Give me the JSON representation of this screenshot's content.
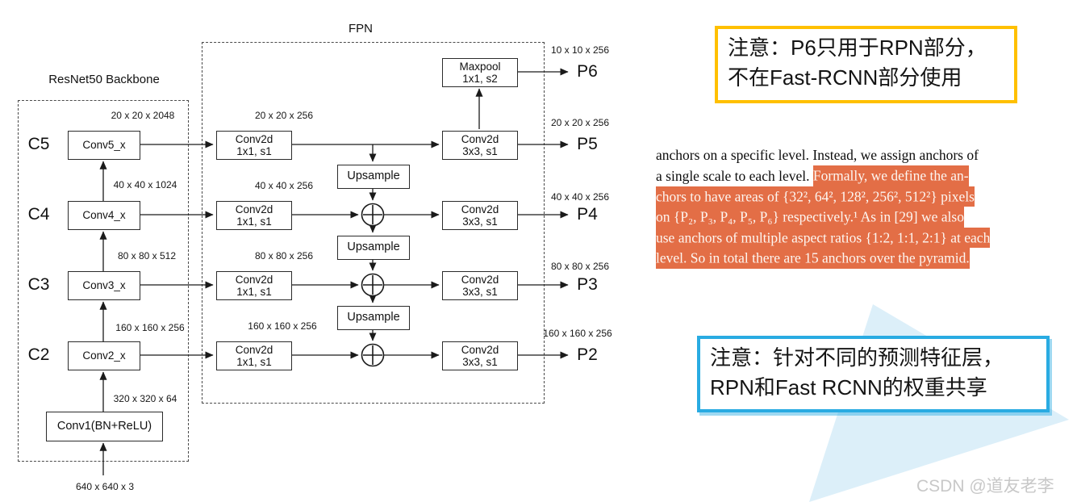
{
  "diagram": {
    "backbone": {
      "title": "ResNet50 Backbone",
      "input_dim": "640 x 640 x 3",
      "conv1_label": "Conv1(BN+ReLU)",
      "conv1_dim": "320 x 320 x 64",
      "stages": [
        {
          "name": "C5",
          "box": "Conv5_x",
          "dim": "20 x 20 x 2048"
        },
        {
          "name": "C4",
          "box": "Conv4_x",
          "dim": "40 x 40 x 1024"
        },
        {
          "name": "C3",
          "box": "Conv3_x",
          "dim": "80 x 80 x 512"
        },
        {
          "name": "C2",
          "box": "Conv2_x",
          "dim": "160 x 160 x 256"
        }
      ]
    },
    "fpn": {
      "title": "FPN",
      "lateral_l1": "Conv2d",
      "lateral_l2": "1x1, s1",
      "out_l1": "Conv2d",
      "out_l2": "3x3, s1",
      "maxpool_l1": "Maxpool",
      "maxpool_l2": "1x1, s2",
      "upsample": "Upsample",
      "lateral_dims": [
        "20 x 20 x 256",
        "40 x 40 x 256",
        "80 x 80 x 256",
        "160 x 160 x 256"
      ],
      "outputs": [
        {
          "name": "P6",
          "dim": "10 x 10 x 256"
        },
        {
          "name": "P5",
          "dim": "20 x 20 x 256"
        },
        {
          "name": "P4",
          "dim": "40 x 40 x 256"
        },
        {
          "name": "P3",
          "dim": "80 x 80 x 256"
        },
        {
          "name": "P2",
          "dim": "160 x 160 x 256"
        }
      ]
    }
  },
  "notes": {
    "note_p6": {
      "line1": "注意：P6只用于RPN部分，",
      "line2": "不在Fast-RCNN部分使用",
      "border_color": "#FFC000"
    },
    "note_weights": {
      "line1": "注意：针对不同的预测特征层，",
      "line2": "RPN和Fast RCNN的权重共享",
      "border_color": "#29ABE2"
    }
  },
  "paper_excerpt": {
    "highlight_color": "#E36E46",
    "lines": [
      [
        {
          "t": "anchors on a specific level.  Instead, we assign anchors of",
          "h": false
        }
      ],
      [
        {
          "t": "a single scale to each level.  ",
          "h": false
        },
        {
          "t": "Formally, we define the an-",
          "h": true
        }
      ],
      [
        {
          "t": "chors to have areas of {32², 64², 128², 256², 512²} pixels",
          "h": true
        }
      ],
      [
        {
          "t": "on {P₂, P₃, P₄, P₅, P₆} respectively.¹  As in [29] we also",
          "h": true
        }
      ],
      [
        {
          "t": "use anchors of multiple aspect ratios {1:2, 1:1, 2:1} at each",
          "h": true
        }
      ],
      [
        {
          "t": "level. So in total there are 15 anchors over the pyramid.",
          "h": true
        }
      ]
    ]
  },
  "decor": {
    "triangle_color": "#DCEFF9",
    "watermark": "CSDN @道友老李",
    "watermark_color": "#C8C8C8"
  }
}
